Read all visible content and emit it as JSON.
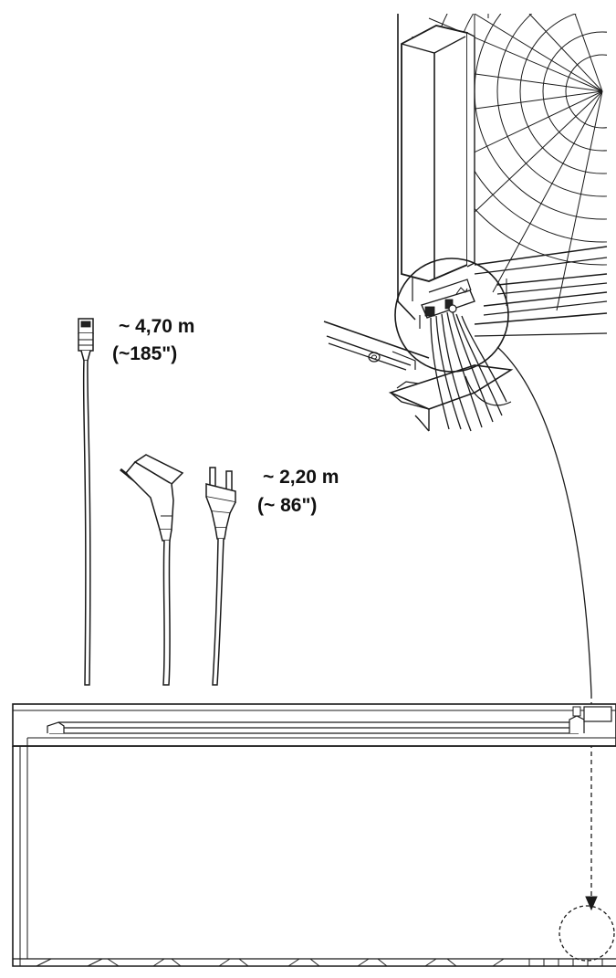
{
  "cables": {
    "network_cable": {
      "length_metric": "~ 4,70 m",
      "length_imperial": "(~185\")"
    },
    "power_cables": {
      "length_metric": "~ 2,20 m",
      "length_imperial": "(~ 86\")"
    }
  },
  "colors": {
    "line": "#1a1a1a",
    "fill_light": "#f4f4f4",
    "fill_dark": "#222222"
  },
  "icons": [
    "rj45-network-plug-icon",
    "schuko-power-plug-icon",
    "euro-power-plug-icon",
    "fan-unit-icon"
  ]
}
